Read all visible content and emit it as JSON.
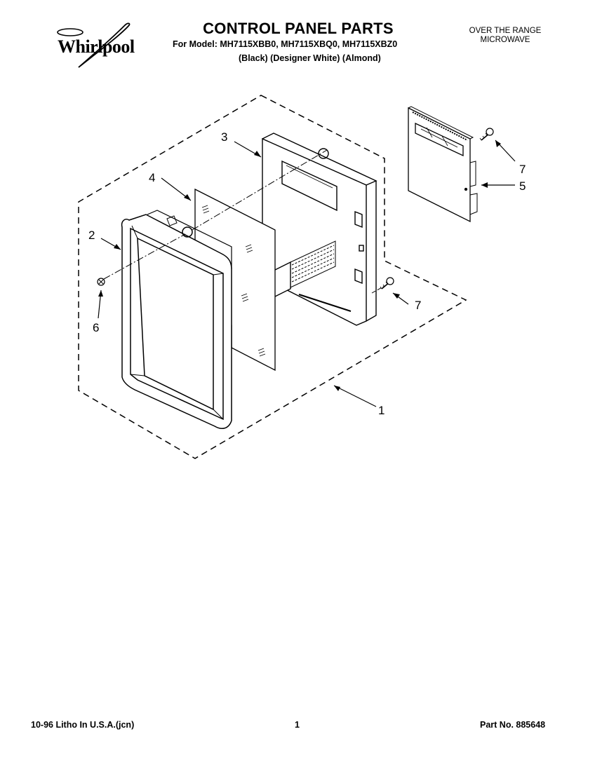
{
  "brand": {
    "name": "Whirlpool"
  },
  "header": {
    "title": "CONTROL PANEL PARTS",
    "models": "For Model: MH7115XBB0, MH7115XBQ0, MH7115XBZ0",
    "variants": "(Black) (Designer White) (Almond)",
    "product_line1": "OVER THE RANGE",
    "product_line2": "MICROWAVE"
  },
  "callouts": {
    "c1": "1",
    "c2": "2",
    "c3": "3",
    "c4": "4",
    "c5": "5",
    "c6": "6",
    "c7a": "7",
    "c7b": "7"
  },
  "footer": {
    "litho": "10-96 Litho In U.S.A.(jcn)",
    "page": "1",
    "part_no": "Part No. 885648"
  }
}
